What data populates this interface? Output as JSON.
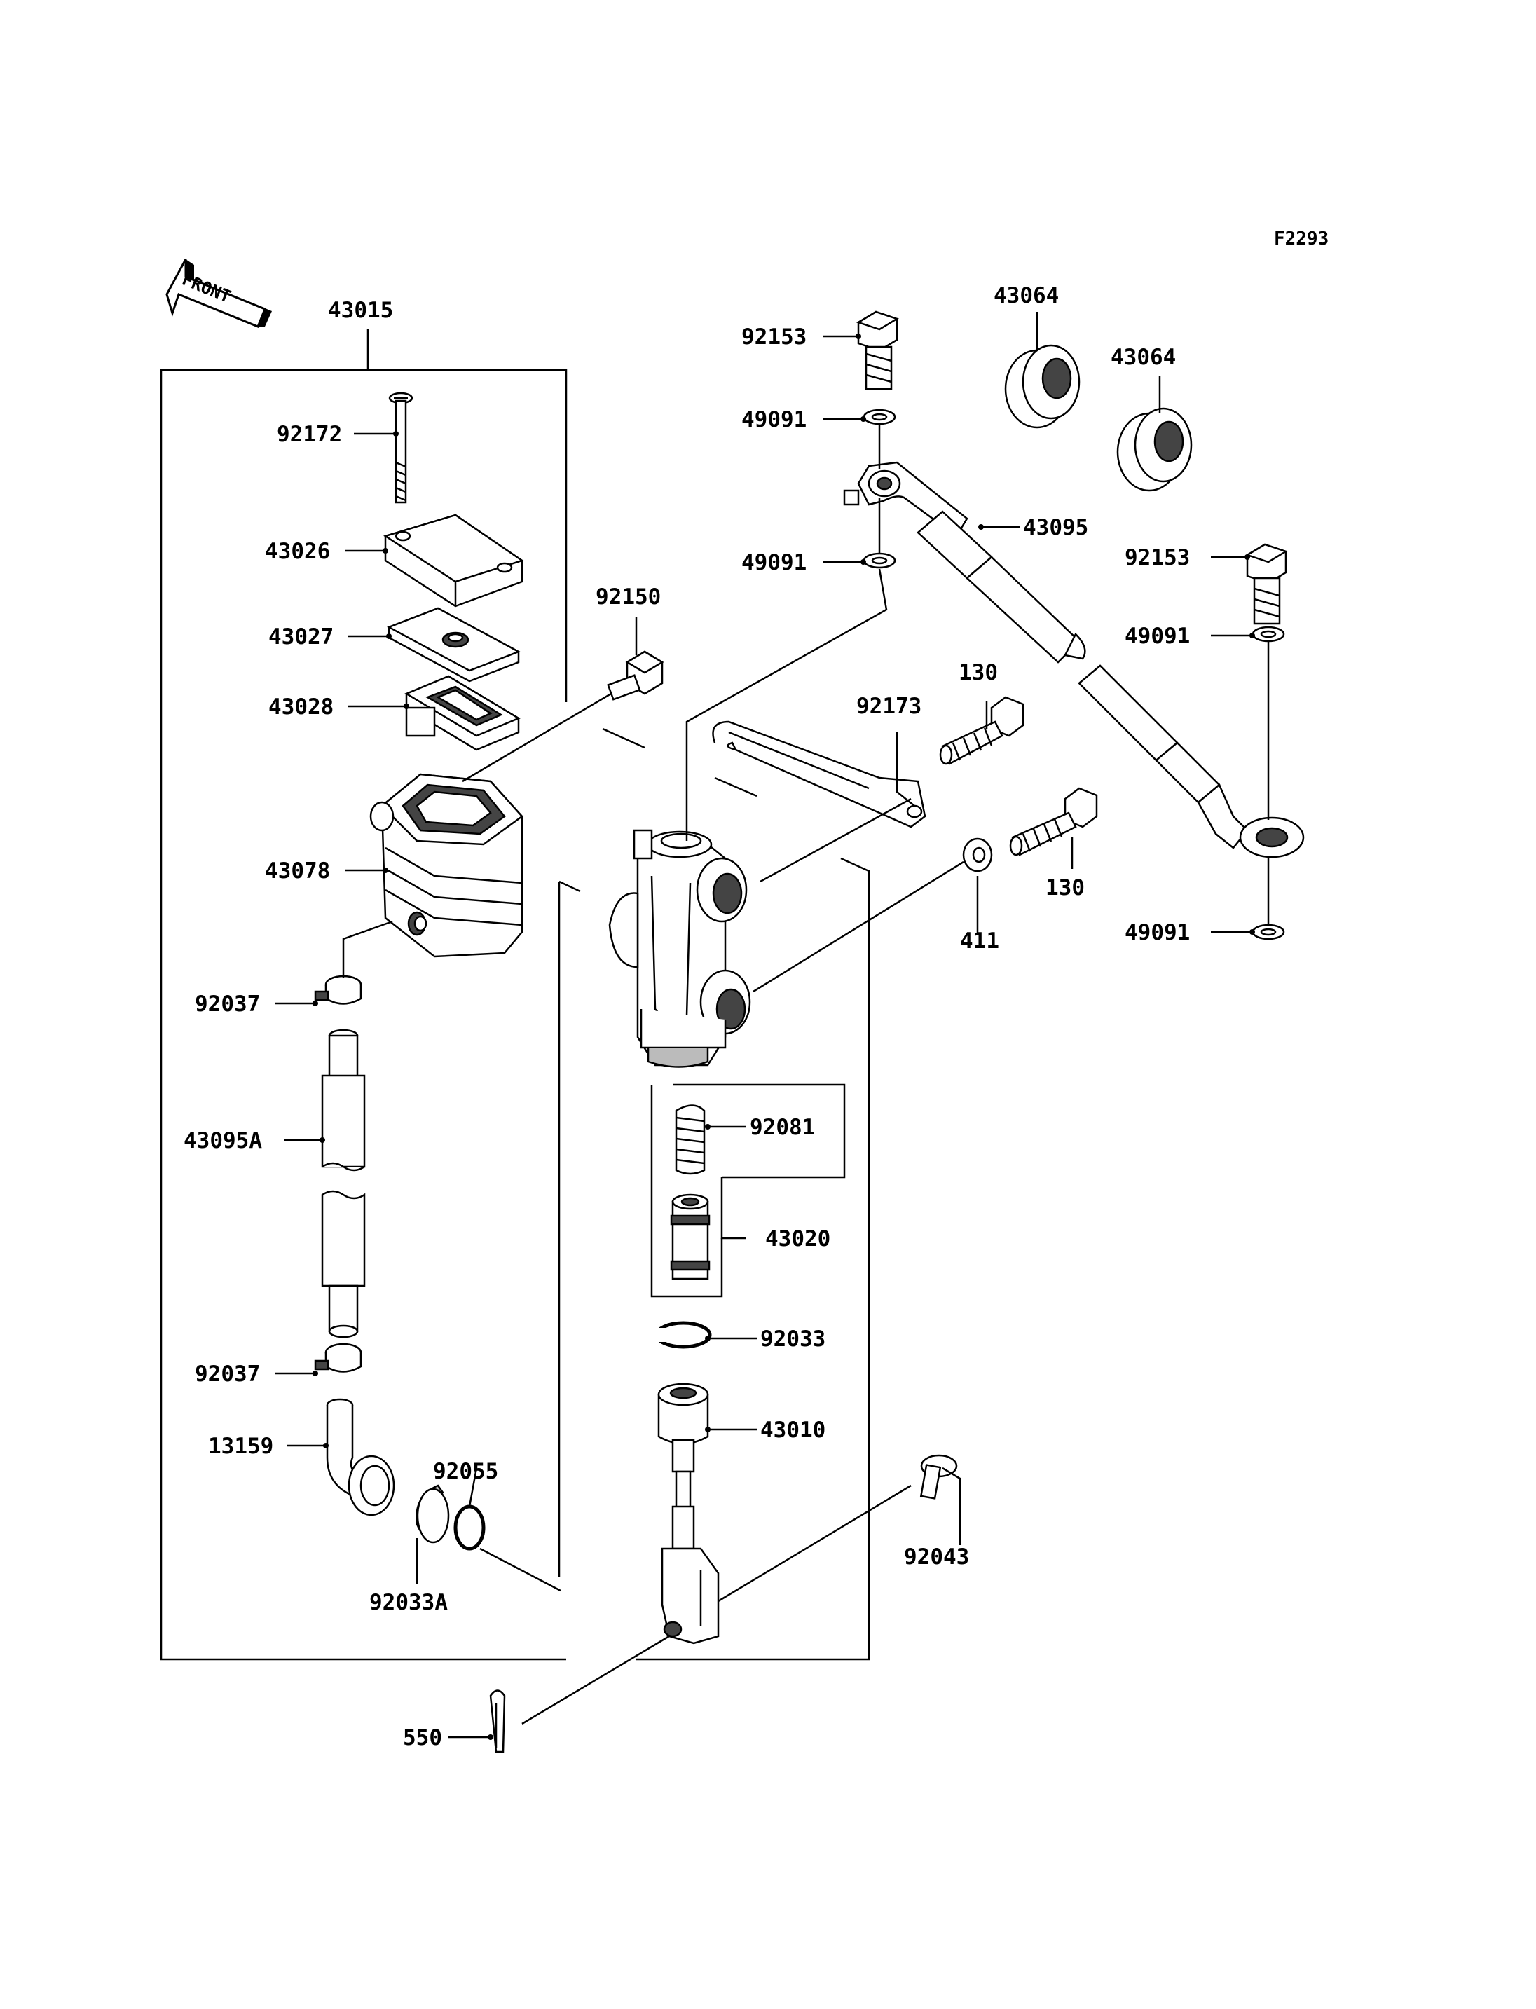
{
  "figure_code": "F2293",
  "front_marker": "FRONT",
  "labels": {
    "p43015": "43015",
    "p92172": "92172",
    "p43026": "43026",
    "p43027": "43027",
    "p43028": "43028",
    "p43078": "43078",
    "p92037a": "92037",
    "p43095A": "43095A",
    "p92037b": "92037",
    "p13159": "13159",
    "p92055": "92055",
    "p92033A": "92033A",
    "p92150": "92150",
    "p92153a": "92153",
    "p49091a": "49091",
    "p49091b": "49091",
    "p43064a": "43064",
    "p43064b": "43064",
    "p43095": "43095",
    "p92153b": "92153",
    "p49091c": "49091",
    "p49091d": "49091",
    "p92173": "92173",
    "p130a": "130",
    "p130b": "130",
    "p411": "411",
    "p92081": "92081",
    "p43020": "43020",
    "p92033": "92033",
    "p43010": "43010",
    "p92043": "92043",
    "p550": "550"
  }
}
